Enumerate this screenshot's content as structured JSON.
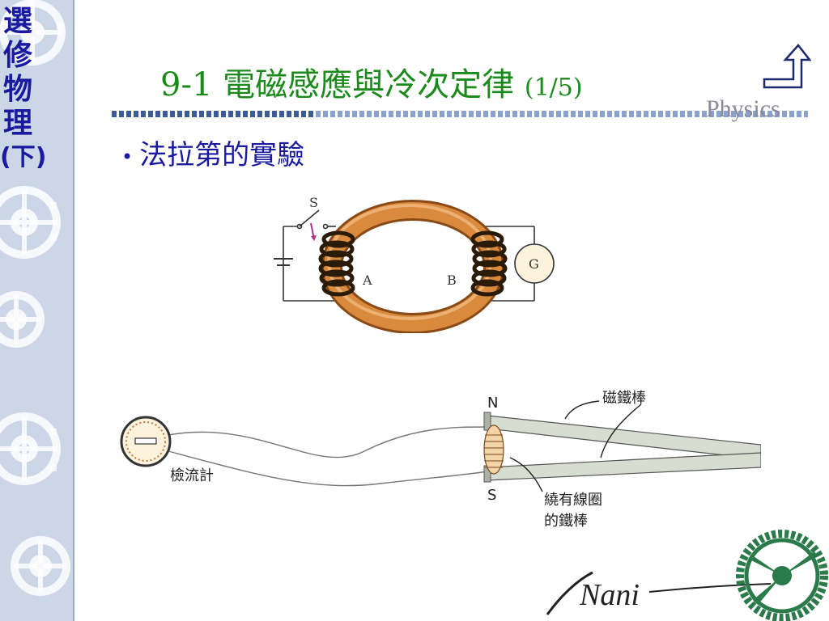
{
  "sidebar": {
    "title_chars": [
      "選",
      "修",
      "物",
      "理",
      "(下)"
    ]
  },
  "slide": {
    "title": "9-1  電磁感應與冷次定律",
    "title_suffix": "(1/5)",
    "watermark": "Physics"
  },
  "content": {
    "bullet": "法拉第的實驗"
  },
  "figure1": {
    "switch_label": "S",
    "coil_a_label": "A",
    "coil_b_label": "B",
    "meter_label": "G"
  },
  "figure2": {
    "north_label": "N",
    "south_label": "S",
    "magnet_label": "磁鐵棒",
    "galvanometer_label": "檢流計",
    "coil_rod_label_line1": "繞有線圈",
    "coil_rod_label_line2": "的鐵棒"
  },
  "logo": {
    "text": "Nani"
  },
  "colors": {
    "title": "#1a8a1a",
    "bullet": "#1a1aa0",
    "sidebar_bg": "#cbd6e6",
    "ring": "#d98a3c",
    "dash": "#3a5a9a"
  }
}
